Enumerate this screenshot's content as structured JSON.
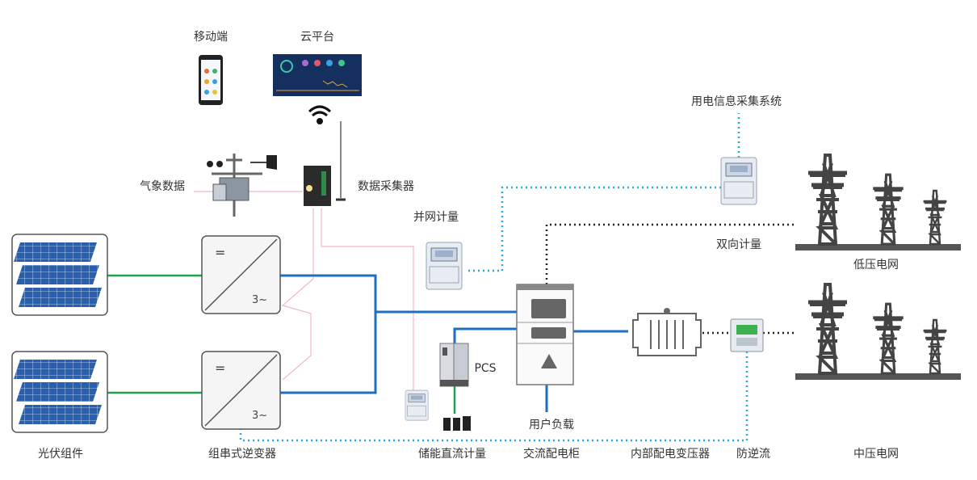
{
  "labels": {
    "mobile": "移动端",
    "cloud": "云平台",
    "weather": "气象数据",
    "collector": "数据采集器",
    "grid_meter": "并网计量",
    "info_system": "用电信息采集系统",
    "bidirectional": "双向计量",
    "low_grid": "低压电网",
    "pcs": "PCS",
    "user_load": "用户负载",
    "pv": "光伏组件",
    "inverter": "组串式逆变器",
    "dc_meter": "储能直流计量",
    "ac_cabinet": "交流配电柜",
    "transformer": "内部配电变压器",
    "anti_backflow": "防逆流",
    "medium_grid": "中压电网"
  },
  "inverter_symbols": {
    "dc": "=",
    "ac": "3~"
  },
  "colors": {
    "dc_line": "#1aa34a",
    "ac_line": "#1f6fc0",
    "comm_dotted": "#29a8e0",
    "signal_line": "#f2b8c6",
    "metering_dotted": "#222222",
    "panel": "#2a5fae"
  }
}
